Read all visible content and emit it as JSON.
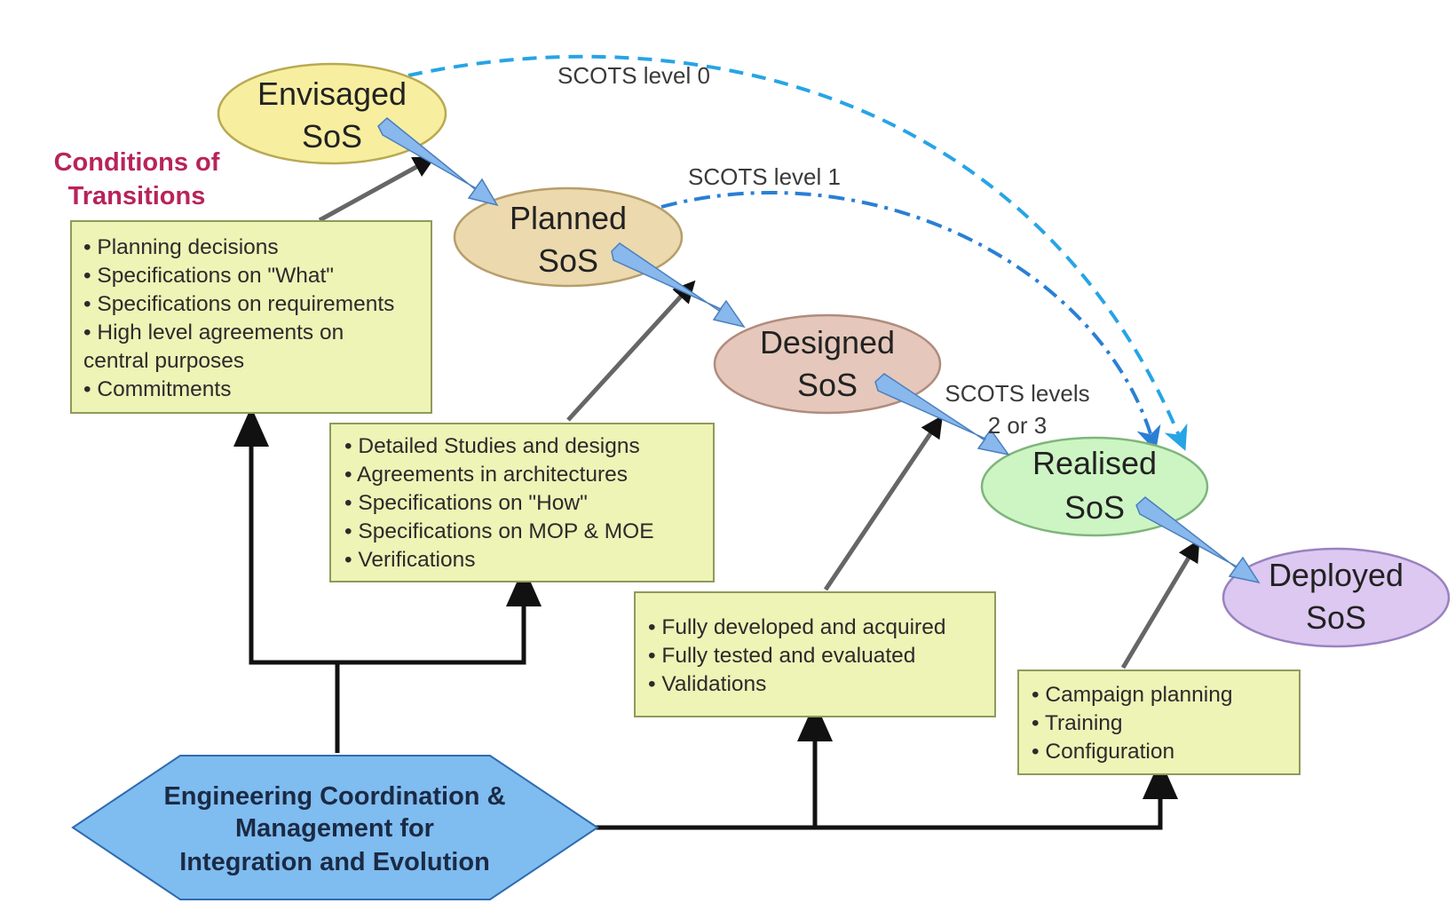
{
  "states": {
    "envisaged": {
      "line1": "Envisaged",
      "line2": "SoS"
    },
    "planned": {
      "line1": "Planned",
      "line2": "SoS"
    },
    "designed": {
      "line1": "Designed",
      "line2": "SoS"
    },
    "realised": {
      "line1": "Realised",
      "line2": "SoS"
    },
    "deployed": {
      "line1": "Deployed",
      "line2": "SoS"
    }
  },
  "scots": {
    "level0": "SCOTS level 0",
    "level1": "SCOTS level 1",
    "levels23_line1": "SCOTS levels",
    "levels23_line2": "2 or 3"
  },
  "conditions": {
    "line1": "Conditions of",
    "line2": "Transitions"
  },
  "box1": [
    "• Planning decisions",
    "• Specifications on \"What\"",
    "• Specifications on requirements",
    "• High level agreements on",
    "central purposes",
    "• Commitments"
  ],
  "box2": [
    "• Detailed Studies and designs",
    "• Agreements in architectures",
    "• Specifications on \"How\"",
    "• Specifications on MOP & MOE",
    "• Verifications"
  ],
  "box3": [
    "• Fully  developed and acquired",
    "• Fully  tested and evaluated",
    "• Validations"
  ],
  "box4": [
    "• Campaign planning",
    "• Training",
    "• Configuration"
  ],
  "ecm": {
    "line1": "Engineering Coordination &",
    "line2": "Management for",
    "line3": "Integration and Evolution"
  },
  "colors": {
    "envisaged": "#f7eea0",
    "planned": "#ecd9ae",
    "designed": "#e5c8bb",
    "realised": "#cdf5c3",
    "deployed": "#dcc8f1",
    "condition_box": "#eef3b6",
    "hexagon": "#7fbcf0",
    "flow_arrow": "#88b8ec",
    "scots_dashed": "#27a4e6",
    "scots_dashdot": "#2a7fd4",
    "conditions_text": "#b8235a"
  }
}
